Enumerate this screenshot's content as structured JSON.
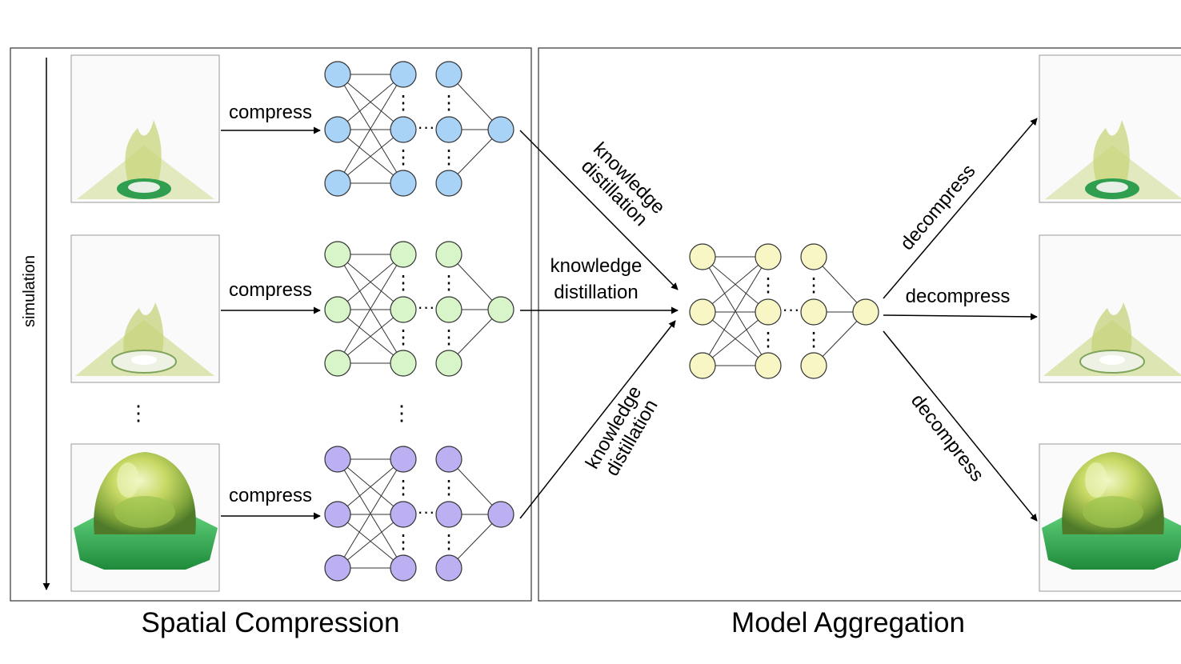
{
  "panels": {
    "left_title": "Spatial Compression",
    "right_title": "Model Aggregation"
  },
  "labels": {
    "simulation": "simulation",
    "compress": "compress",
    "decompress": "decompress",
    "knowledge": "knowledge",
    "distillation": "distillation",
    "ellipsis": "⋮"
  },
  "colors": {
    "net_blue": "#a9d2f7",
    "net_green": "#d8f5c9",
    "net_purple": "#bcb0f2",
    "net_yellow": "#f8f6c4",
    "stroke": "#333333"
  }
}
